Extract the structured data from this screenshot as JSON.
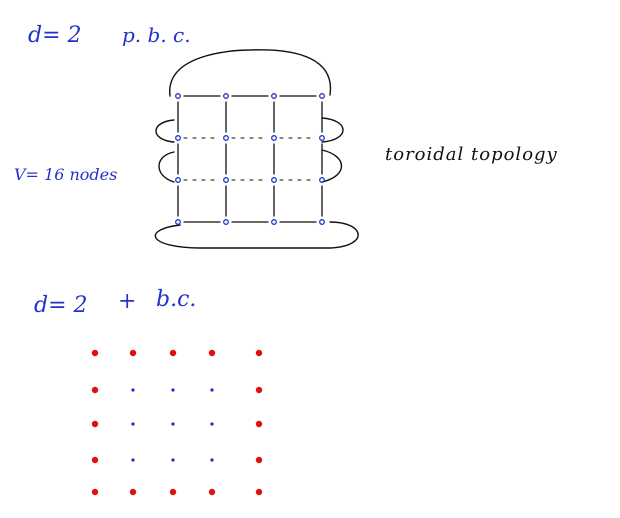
{
  "top_section": {
    "dimension_label": "d= 2",
    "boundary_label": "p. b. c.",
    "nodes_label": "V= 16 nodes",
    "topology_label": "toroidal topology",
    "grid": {
      "rows": 4,
      "cols": 4
    }
  },
  "bottom_section": {
    "dimension_label": "d= 2",
    "plus_label": "+",
    "boundary_label": "b.c.",
    "grid": {
      "rows": 5,
      "cols": 5
    }
  },
  "colors": {
    "blue_ink": "#2233cc",
    "black_ink": "#111111",
    "boundary_red": "#e01010",
    "interior_blue": "#1a2fd0"
  }
}
